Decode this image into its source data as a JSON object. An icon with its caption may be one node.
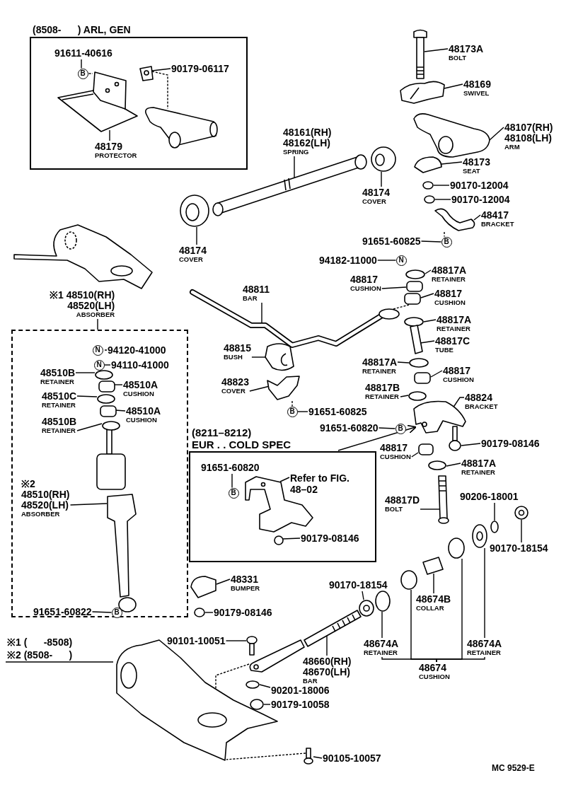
{
  "diagram": {
    "nodes": [
      {
        "text": [
          "(8508-      ) ARL, GEN"
        ]
      },
      {
        "text": [
          "91611-40616"
        ],
        "in": 0
      },
      {
        "text": [
          "B"
        ],
        "in": 0
      },
      {
        "text": [
          "90179-06117"
        ],
        "in": 0
      },
      {
        "text": [
          "48179",
          "PROTECTOR"
        ],
        "in": 0
      },
      {
        "text": [
          "48173A",
          "BOLT"
        ]
      },
      {
        "text": [
          "48169",
          "SWIVEL"
        ]
      },
      {
        "text": [
          "48161(RH)",
          "48162(LH)",
          "SPRING"
        ]
      },
      {
        "text": [
          "48107(RH)",
          "48108(LH)",
          "ARM"
        ]
      },
      {
        "text": [
          "48173",
          "SEAT"
        ]
      },
      {
        "text": [
          "48174",
          "COVER"
        ]
      },
      {
        "text": [
          "90170-12004"
        ]
      },
      {
        "text": [
          "90170-12004"
        ]
      },
      {
        "text": [
          "48417",
          "BRACKET"
        ]
      },
      {
        "text": [
          "91651-60825"
        ]
      },
      {
        "text": [
          "B"
        ]
      },
      {
        "text": [
          "48174",
          "COVER"
        ]
      },
      {
        "text": [
          "94182-11000"
        ]
      },
      {
        "text": [
          "N"
        ]
      },
      {
        "text": [
          "48817A",
          "RETAINER"
        ]
      },
      {
        "text": [
          "48817",
          "CUSHION"
        ]
      },
      {
        "text": [
          "48817",
          "CUSHION"
        ]
      },
      {
        "text": [
          "48811",
          "BAR"
        ]
      },
      {
        "text": [
          "※1 48510(RH)",
          "48520(LH)",
          "ABSORBER"
        ]
      },
      {
        "text": [
          "48817A",
          "RETAINER"
        ]
      },
      {
        "text": [],
        "shape": "box"
      },
      {
        "text": [
          "N"
        ],
        "in": 25
      },
      {
        "text": [
          "94120-41000"
        ],
        "in": 25
      },
      {
        "text": [
          "N"
        ],
        "in": 25
      },
      {
        "text": [
          "94110-41000"
        ],
        "in": 25
      },
      {
        "text": [
          "48510B",
          "RETAINER"
        ],
        "in": 25
      },
      {
        "text": [
          "48510A",
          "CUSHION"
        ],
        "in": 25
      },
      {
        "text": [
          "48510C",
          "RETAINER"
        ],
        "in": 25
      },
      {
        "text": [
          "48510A",
          "CUSHION"
        ],
        "in": 25
      },
      {
        "text": [
          "48510B",
          "RETAINER"
        ],
        "in": 25
      },
      {
        "text": [
          "※2",
          "48510(RH)",
          "48520(LH)",
          "ABSORBER"
        ],
        "in": 25
      },
      {
        "text": [
          "91651-60822"
        ],
        "in": 25
      },
      {
        "text": [
          "B"
        ],
        "in": 25
      },
      {
        "text": [
          "48817C",
          "TUBE"
        ]
      },
      {
        "text": [
          "48815",
          "BUSH"
        ]
      },
      {
        "text": [
          "48817A",
          "RETAINER"
        ]
      },
      {
        "text": [
          "48817",
          "CUSHION"
        ]
      },
      {
        "text": [
          "48823",
          "COVER"
        ]
      },
      {
        "text": [
          "48817B",
          "RETAINER"
        ]
      },
      {
        "text": [
          "48824",
          "BRACKET"
        ]
      },
      {
        "text": [
          "B"
        ]
      },
      {
        "text": [
          "91651-60825"
        ]
      },
      {
        "text": [
          "91651-60820"
        ]
      },
      {
        "text": [
          "B"
        ]
      },
      {
        "text": [
          "90179-08146"
        ]
      },
      {
        "text": [
          "(8211–8212)",
          "EUR . . COLD SPEC"
        ]
      },
      {
        "text": [
          "91651-60820"
        ],
        "in": 50
      },
      {
        "text": [
          "B"
        ],
        "in": 50
      },
      {
        "text": [
          "Refer to FIG. 48–02"
        ],
        "in": 50
      },
      {
        "text": [
          "90179-08146"
        ],
        "in": 50
      },
      {
        "text": [
          "48817",
          "CUSHION"
        ]
      },
      {
        "text": [
          "48817A",
          "RETAINER"
        ]
      },
      {
        "text": [
          "48817D",
          "BOLT"
        ]
      },
      {
        "text": [
          "90206-18001"
        ]
      },
      {
        "text": [
          "90170-18154"
        ]
      },
      {
        "text": [
          "48331",
          "BUMPER"
        ]
      },
      {
        "text": [
          "90170-18154"
        ]
      },
      {
        "text": [
          "48674B",
          "COLLAR"
        ]
      },
      {
        "text": [
          "90179-08146"
        ]
      },
      {
        "text": [
          "90101-10051"
        ]
      },
      {
        "text": [
          "48674A",
          "RETAINER"
        ]
      },
      {
        "text": [
          "48674A",
          "RETAINER"
        ]
      },
      {
        "text": [
          "48660(RH)",
          "48670(LH)",
          "BAR"
        ]
      },
      {
        "text": [
          "48674",
          "CUSHION"
        ]
      },
      {
        "text": [
          "90201-18006"
        ]
      },
      {
        "text": [
          "90179-10058"
        ]
      },
      {
        "text": [
          "90105-10057"
        ]
      },
      {
        "text": [],
        "shape": "picture",
        "in": 0
      },
      {
        "text": [],
        "shape": "picture",
        "in": 0
      },
      {
        "text": [],
        "shape": "picture"
      },
      {
        "text": [],
        "shape": "picture"
      },
      {
        "text": [],
        "shape": "picture"
      },
      {
        "text": [],
        "shape": "picture"
      },
      {
        "text": [],
        "shape": "picture"
      },
      {
        "text": [],
        "shape": "picture"
      },
      {
        "text": [],
        "shape": "circle"
      },
      {
        "text": [],
        "shape": "circle"
      },
      {
        "text": [],
        "shape": "picture"
      },
      {
        "text": [],
        "shape": "picture"
      },
      {
        "text": [],
        "shape": "circle"
      },
      {
        "text": [],
        "shape": "box"
      },
      {
        "text": [],
        "shape": "box"
      },
      {
        "text": [],
        "shape": "picture"
      },
      {
        "text": [],
        "shape": "circle"
      },
      {
        "text": [],
        "shape": "circle",
        "in": 25
      },
      {
        "text": [],
        "shape": "box",
        "in": 25
      },
      {
        "text": [],
        "shape": "circle",
        "in": 25
      },
      {
        "text": [],
        "shape": "picture"
      },
      {
        "text": [],
        "shape": "picture"
      },
      {
        "text": [],
        "shape": "circle"
      },
      {
        "text": [],
        "shape": "box"
      },
      {
        "text": [],
        "shape": "box",
        "in": 25
      },
      {
        "text": [],
        "shape": "picture"
      },
      {
        "text": [],
        "shape": "circle"
      },
      {
        "text": [],
        "shape": "circle",
        "in": 25
      },
      {
        "text": [],
        "shape": "picture"
      },
      {
        "text": [],
        "shape": "picture"
      },
      {
        "text": [],
        "shape": "box"
      },
      {
        "text": [],
        "shape": "circle"
      },
      {
        "text": [],
        "shape": "picture",
        "in": 25
      },
      {
        "text": [],
        "shape": "picture",
        "in": 50
      },
      {
        "text": [],
        "shape": "picture"
      },
      {
        "text": [],
        "shape": "circle"
      },
      {
        "text": [],
        "shape": "picture"
      },
      {
        "text": [],
        "shape": "circle",
        "in": 50
      },
      {
        "text": [],
        "shape": "picture"
      },
      {
        "text": [],
        "shape": "circle"
      },
      {
        "text": [],
        "shape": "picture"
      },
      {
        "text": [],
        "shape": "picture"
      },
      {
        "text": [],
        "shape": "circle"
      },
      {
        "text": [],
        "shape": "circle"
      },
      {
        "text": [],
        "shape": "picture"
      },
      {
        "text": [],
        "shape": "circle"
      },
      {
        "text": [],
        "shape": "picture"
      },
      {
        "text": [],
        "shape": "picture"
      },
      {
        "text": [],
        "shape": "circle"
      },
      {
        "text": [],
        "shape": "circle"
      },
      {
        "text": [],
        "shape": "picture"
      },
      {
        "text": [],
        "shape": "picture",
        "in": 0
      },
      {
        "text": [],
        "shape": "picture"
      }
    ],
    "edges": [
      {
        "from": 1,
        "to": 2,
        "arrow": "none"
      },
      {
        "from": 3,
        "to": 72,
        "arrow": "none"
      },
      {
        "from": 4,
        "to": 73,
        "arrow": "none"
      },
      {
        "from": 5,
        "to": 74,
        "arrow": "none"
      },
      {
        "from": 6,
        "to": 75,
        "arrow": "none"
      },
      {
        "from": 7,
        "to": 79,
        "arrow": "none"
      },
      {
        "from": 8,
        "to": 76,
        "arrow": "none"
      },
      {
        "from": 9,
        "to": 77,
        "arrow": "none"
      },
      {
        "from": 10,
        "to": 78,
        "arrow": "none"
      },
      {
        "from": 11,
        "to": 80,
        "arrow": "none"
      },
      {
        "from": 12,
        "to": 81,
        "arrow": "none"
      },
      {
        "from": 13,
        "to": 82,
        "arrow": "none"
      },
      {
        "from": 14,
        "to": 15,
        "arrow": "none"
      },
      {
        "from": 16,
        "to": 83,
        "arrow": "none"
      },
      {
        "from": 17,
        "to": 18,
        "arrow": "none"
      },
      {
        "from": 19,
        "to": 84,
        "arrow": "none"
      },
      {
        "from": 20,
        "to": 85,
        "arrow": "none"
      },
      {
        "from": 21,
        "to": 86,
        "arrow": "none"
      },
      {
        "from": 22,
        "to": 87,
        "arrow": "none"
      },
      {
        "from": 23,
        "to": 25,
        "arrow": "none"
      },
      {
        "from": 24,
        "to": 88,
        "arrow": "none"
      },
      {
        "from": 27,
        "to": 26,
        "arrow": "none",
        "style": "dashed"
      },
      {
        "from": 29,
        "to": 28,
        "arrow": "none"
      },
      {
        "from": 30,
        "to": 89,
        "arrow": "none"
      },
      {
        "from": 31,
        "to": 90,
        "arrow": "none"
      },
      {
        "from": 32,
        "to": 91,
        "arrow": "none"
      },
      {
        "from": 33,
        "to": 96,
        "arrow": "none"
      },
      {
        "from": 34,
        "to": 99,
        "arrow": "none"
      },
      {
        "from": 35,
        "to": 104,
        "arrow": "none"
      },
      {
        "from": 36,
        "to": 37,
        "arrow": "none"
      },
      {
        "from": 38,
        "to": 92,
        "arrow": "none"
      },
      {
        "from": 39,
        "to": 93,
        "arrow": "none"
      },
      {
        "from": 40,
        "to": 94,
        "arrow": "none"
      },
      {
        "from": 41,
        "to": 95,
        "arrow": "none"
      },
      {
        "from": 42,
        "to": 97,
        "arrow": "none"
      },
      {
        "from": 43,
        "to": 98,
        "arrow": "none"
      },
      {
        "from": 44,
        "to": 100,
        "arrow": "none"
      },
      {
        "from": 46,
        "to": 45,
        "arrow": "none"
      },
      {
        "from": 47,
        "to": 48,
        "arrow": "none"
      },
      {
        "from": 49,
        "to": 101,
        "arrow": "none"
      },
      {
        "from": 50,
        "to": 100,
        "arrow": "to"
      },
      {
        "from": 51,
        "to": 52,
        "arrow": "none"
      },
      {
        "from": 53,
        "to": 105,
        "arrow": "none"
      },
      {
        "from": 54,
        "to": 109,
        "arrow": "none"
      },
      {
        "from": 55,
        "to": 102,
        "arrow": "none"
      },
      {
        "from": 56,
        "to": 103,
        "arrow": "none"
      },
      {
        "from": 57,
        "to": 106,
        "arrow": "none"
      },
      {
        "from": 58,
        "to": 107,
        "arrow": "none"
      },
      {
        "from": 59,
        "to": 108,
        "arrow": "none"
      },
      {
        "from": 60,
        "to": 113,
        "arrow": "none"
      },
      {
        "from": 61,
        "to": 116,
        "arrow": "none"
      },
      {
        "from": 62,
        "to": 112,
        "arrow": "none"
      },
      {
        "from": 63,
        "to": 117,
        "arrow": "none"
      },
      {
        "from": 64,
        "to": 118,
        "arrow": "none"
      },
      {
        "from": 65,
        "to": 115,
        "arrow": "none"
      },
      {
        "from": 66,
        "to": 110,
        "arrow": "none"
      },
      {
        "from": 67,
        "to": 119,
        "arrow": "none"
      },
      {
        "from": 68,
        "to": 114,
        "arrow": "none"
      },
      {
        "from": 68,
        "to": 111,
        "arrow": "none"
      },
      {
        "from": 68,
        "to": 65,
        "arrow": "none"
      },
      {
        "from": 68,
        "to": 66,
        "arrow": "none"
      },
      {
        "from": 69,
        "to": 120,
        "arrow": "none"
      },
      {
        "from": 70,
        "to": 121,
        "arrow": "none"
      },
      {
        "from": 71,
        "to": 122,
        "arrow": "none"
      },
      {
        "from": 2,
        "to": 73,
        "arrow": "none",
        "style": "dashed"
      },
      {
        "from": 72,
        "to": 123,
        "arrow": "none",
        "style": "dashed"
      },
      {
        "from": 82,
        "to": 15,
        "arrow": "none",
        "style": "dashed"
      },
      {
        "from": 87,
        "to": 86,
        "arrow": "none",
        "style": "dashed"
      },
      {
        "from": 97,
        "to": 45,
        "arrow": "none",
        "style": "dashed"
      },
      {
        "from": 119,
        "to": 124,
        "arrow": "none",
        "style": "dashed"
      },
      {
        "from": 122,
        "to": 124,
        "arrow": "none",
        "style": "dashed"
      }
    ],
    "labels": [
      "※1 (      -8508)",
      "※2 (8508-      )",
      "MC 9529-E"
    ]
  }
}
